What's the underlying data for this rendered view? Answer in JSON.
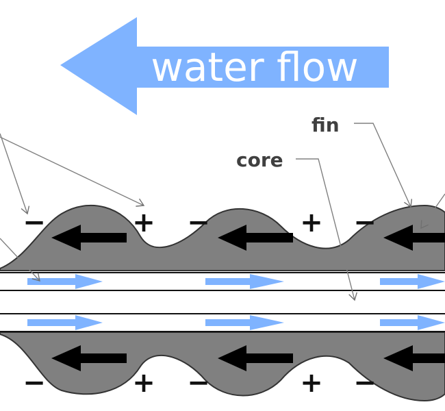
{
  "diagram": {
    "banner": {
      "label": "water flow",
      "color": "#7fb3ff"
    },
    "callouts": {
      "fin": "fin",
      "core": "core"
    },
    "signs": {
      "minus": "−",
      "plus": "+"
    },
    "colors": {
      "fin_fill": "#808080",
      "fin_stroke": "#333333",
      "backflow_arrow": "#000000",
      "core_arrow": "#7fb3ff",
      "leader_line": "#808080"
    }
  }
}
